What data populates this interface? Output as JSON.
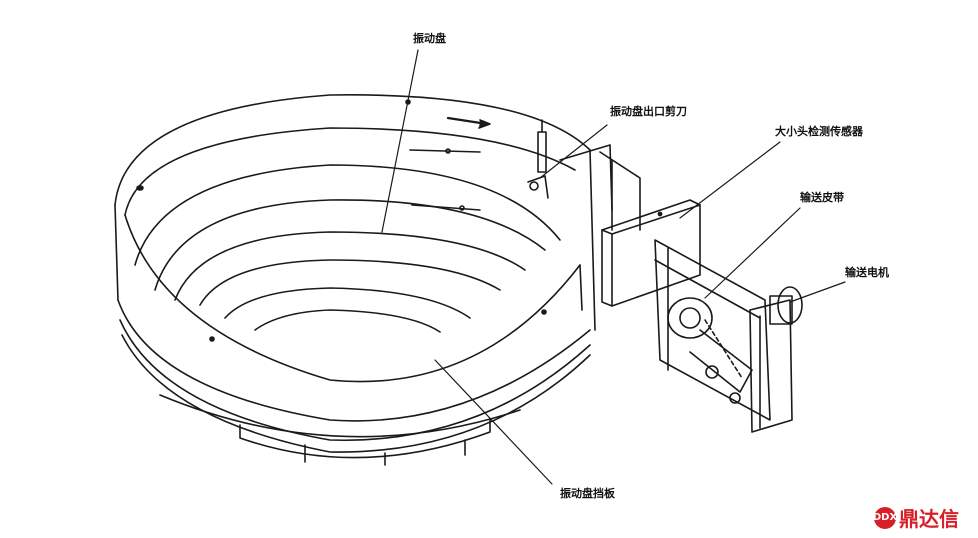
{
  "labels": {
    "bowl": "振动盘",
    "bowl_exit_cutter": "振动盘出口剪刀",
    "size_head_sensor": "大小头检测传感器",
    "conveyor_belt": "输送皮带",
    "conveyor_motor": "输送电机",
    "bowl_baffle": "振动盘挡板"
  },
  "logo": {
    "text": "鼎达信",
    "mark": "DDX",
    "color": "#d61f26"
  }
}
